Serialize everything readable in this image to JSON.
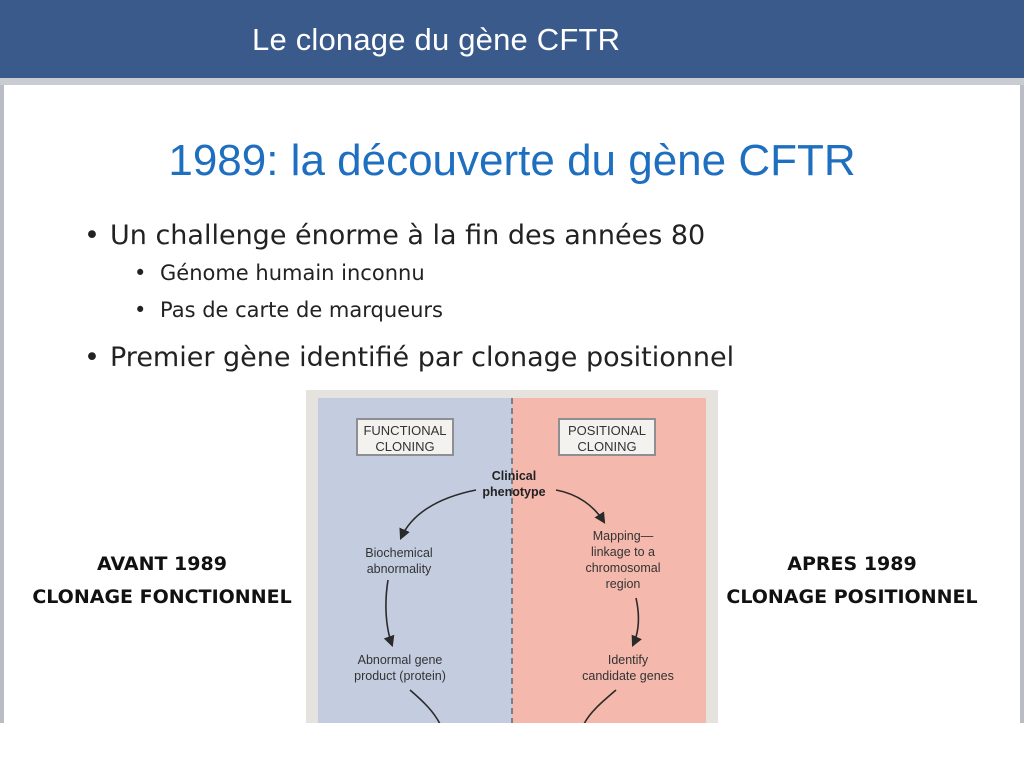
{
  "header": {
    "title": "Le clonage du gène CFTR"
  },
  "slide": {
    "title": "1989: la découverte du gène CFTR",
    "bullets": [
      {
        "text": "Un challenge énorme à la fin des années 80"
      },
      {
        "text": "Génome humain inconnu"
      },
      {
        "text": "Pas de carte de marqueurs"
      },
      {
        "text": "Premier gène identifié par clonage positionnel"
      }
    ],
    "bullet_glyph": "•",
    "left_label": {
      "line1": "AVANT 1989",
      "line2": "CLONAGE FONCTIONNEL"
    },
    "right_label": {
      "line1": "APRES 1989",
      "line2": "CLONAGE POSITIONNEL"
    }
  },
  "figure": {
    "functional_box": "FUNCTIONAL\nCLONING",
    "positional_box": "POSITIONAL\nCLONING",
    "clinical": "Clinical\nphenotype",
    "biochemical": "Biochemical\nabnormality",
    "mapping": "Mapping—\nlinkage to a\nchromosomal\nregion",
    "abnormal_gene": "Abnormal gene\nproduct (protein)",
    "identify": "Identify\ncandidate genes",
    "colors": {
      "functional_panel": "#c4cde0",
      "positional_panel": "#f4b8ad"
    }
  },
  "theme": {
    "header_bg": "#3a5a8c",
    "title_color": "#1f6fc0"
  }
}
